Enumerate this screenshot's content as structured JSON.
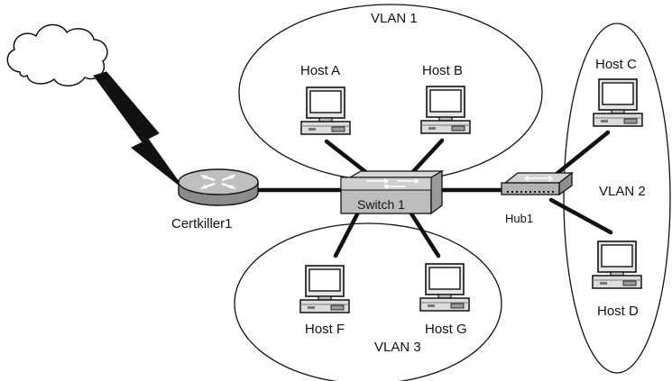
{
  "vlans": {
    "vlan1": "VLAN 1",
    "vlan2": "VLAN 2",
    "vlan3": "VLAN 3"
  },
  "devices": {
    "router": "Certkiller1",
    "switch": "Switch 1",
    "hub": "Hub1"
  },
  "hosts": {
    "a": "Host A",
    "b": "Host B",
    "c": "Host C",
    "d": "Host D",
    "f": "Host F",
    "g": "Host G"
  },
  "icons": {
    "cloud": "cloud-icon",
    "router": "router-icon",
    "switch": "switch-icon",
    "hub": "hub-icon",
    "host": "computer-icon",
    "wan_link": "lightning-link-icon"
  },
  "colors": {
    "line": "#111111",
    "device_fill": "#c8c8c8",
    "background": "#ffffff"
  }
}
